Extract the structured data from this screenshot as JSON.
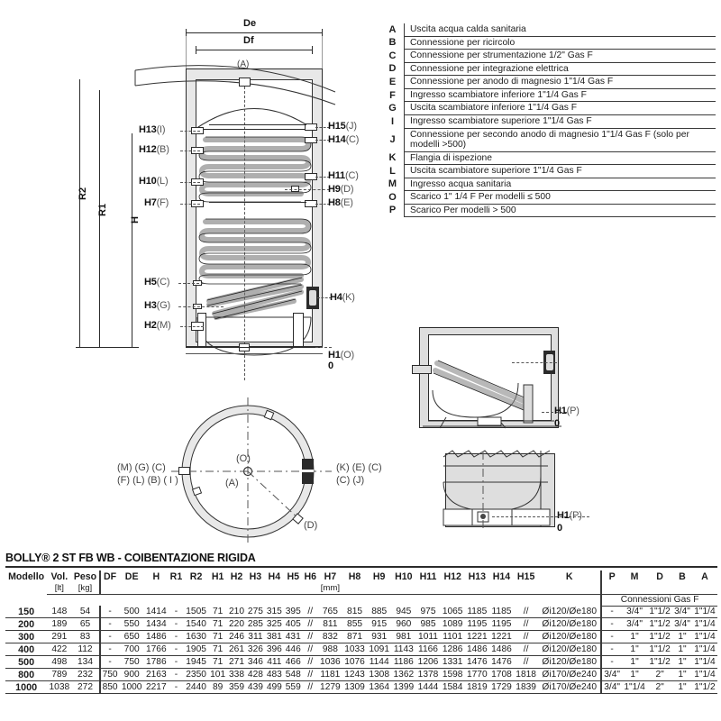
{
  "drawing": {
    "dim_top": [
      "De",
      "Df"
    ],
    "dim_left": [
      "R2",
      "R1",
      "H"
    ],
    "center_mark": "(A)",
    "labels_left": [
      {
        "h": "H13",
        "ref": "(I)"
      },
      {
        "h": "H12",
        "ref": "(B)"
      },
      {
        "h": "H10",
        "ref": "(L)"
      },
      {
        "h": "H7",
        "ref": "(F)"
      },
      {
        "h": "H5",
        "ref": "(C)"
      },
      {
        "h": "H3",
        "ref": "(G)"
      },
      {
        "h": "H2",
        "ref": "(M)"
      }
    ],
    "labels_right": [
      {
        "h": "H15",
        "ref": "(J)"
      },
      {
        "h": "H14",
        "ref": "(C)"
      },
      {
        "h": "H11",
        "ref": "(C)"
      },
      {
        "h": "H9",
        "ref": "(D)"
      },
      {
        "h": "H8",
        "ref": "(E)"
      },
      {
        "h": "H4",
        "ref": "(K)"
      },
      {
        "h": "H1",
        "ref": "(O)"
      }
    ],
    "baseline_zero": "0"
  },
  "plan_view": {
    "center_label": "(O)",
    "center_sub": "(A)",
    "left_row1": "(M) (G) (C)",
    "left_row2": "(F) (L) (B) ( I )",
    "right_row1": "(K) (E) (C)",
    "right_row2": "(C) (J)",
    "bottom_right": "(D)"
  },
  "detail_views": [
    {
      "label_h": "H1",
      "label_ref": "(P)",
      "zero": "0"
    },
    {
      "label_h": "H1",
      "label_ref": "(P)",
      "zero": "0"
    }
  ],
  "legend": {
    "rows": [
      {
        "key": "A",
        "text": "Uscita acqua calda sanitaria"
      },
      {
        "key": "B",
        "text": "Connessione per ricircolo"
      },
      {
        "key": "C",
        "text": "Connessione per strumentazione 1/2\" Gas F"
      },
      {
        "key": "D",
        "text": "Connessione per integrazione elettrica"
      },
      {
        "key": "E",
        "text": "Connessione per anodo di magnesio 1\"1/4 Gas F"
      },
      {
        "key": "F",
        "text": "Ingresso scambiatore inferiore 1\"1/4 Gas F"
      },
      {
        "key": "G",
        "text": "Uscita scambiatore inferiore 1\"1/4 Gas F"
      },
      {
        "key": "I",
        "text": "Ingresso scambiatore superiore 1\"1/4 Gas F"
      },
      {
        "key": "J",
        "text": "Connessione per secondo anodo di magnesio 1\"1/4 Gas F (solo per modelli >500)"
      },
      {
        "key": "K",
        "text": "Flangia di ispezione"
      },
      {
        "key": "L",
        "text": "Uscita scambiatore superiore 1\"1/4 Gas F"
      },
      {
        "key": "M",
        "text": "Ingresso acqua sanitaria"
      },
      {
        "key": "O",
        "text": "Scarico 1\" 1/4 F  Per modelli ≤ 500"
      },
      {
        "key": "P",
        "text": "Scarico Per modelli > 500"
      }
    ]
  },
  "spec_table": {
    "title": "BOLLY® 2 ST FB WB - COIBENTAZIONE RIGIDA",
    "headers": [
      "Modello",
      "Vol.",
      "Peso",
      "DF",
      "DE",
      "H",
      "R1",
      "R2",
      "H1",
      "H2",
      "H3",
      "H4",
      "H5",
      "H6",
      "H7",
      "H8",
      "H9",
      "H10",
      "H11",
      "H12",
      "H13",
      "H14",
      "H15",
      "K",
      "P",
      "M",
      "D",
      "B",
      "A"
    ],
    "units": [
      "",
      "[lt]",
      "[kg]",
      "",
      "",
      "",
      "",
      "",
      "",
      "",
      "",
      "",
      "",
      "",
      "[mm]",
      "",
      "",
      "",
      "",
      "",
      "",
      "",
      "",
      "",
      "",
      "",
      "",
      "",
      ""
    ],
    "group_label": "Connessioni Gas F",
    "rows": [
      {
        "model": "150",
        "values": [
          "148",
          "54",
          "-",
          "500",
          "1414",
          "-",
          "1505",
          "71",
          "210",
          "275",
          "315",
          "395",
          "//",
          "765",
          "815",
          "885",
          "945",
          "975",
          "1065",
          "1185",
          "1185",
          "//",
          "Øi120/Øe180",
          "-",
          "3/4\"",
          "1\"1/2",
          "3/4\"",
          "1\"1/4"
        ]
      },
      {
        "model": "200",
        "values": [
          "189",
          "65",
          "-",
          "550",
          "1434",
          "-",
          "1540",
          "71",
          "220",
          "285",
          "325",
          "405",
          "//",
          "811",
          "855",
          "915",
          "960",
          "985",
          "1089",
          "1195",
          "1195",
          "//",
          "Øi120/Øe180",
          "-",
          "3/4\"",
          "1\"1/2",
          "3/4\"",
          "1\"1/4"
        ]
      },
      {
        "model": "300",
        "values": [
          "291",
          "83",
          "-",
          "650",
          "1486",
          "-",
          "1630",
          "71",
          "246",
          "311",
          "381",
          "431",
          "//",
          "832",
          "871",
          "931",
          "981",
          "1011",
          "1101",
          "1221",
          "1221",
          "//",
          "Øi120/Øe180",
          "-",
          "1\"",
          "1\"1/2",
          "1\"",
          "1\"1/4"
        ]
      },
      {
        "model": "400",
        "values": [
          "422",
          "112",
          "-",
          "700",
          "1766",
          "-",
          "1905",
          "71",
          "261",
          "326",
          "396",
          "446",
          "//",
          "988",
          "1033",
          "1091",
          "1143",
          "1166",
          "1286",
          "1486",
          "1486",
          "//",
          "Øi120/Øe180",
          "-",
          "1\"",
          "1\"1/2",
          "1\"",
          "1\"1/4"
        ]
      },
      {
        "model": "500",
        "values": [
          "498",
          "134",
          "-",
          "750",
          "1786",
          "-",
          "1945",
          "71",
          "271",
          "346",
          "411",
          "466",
          "//",
          "1036",
          "1076",
          "1144",
          "1186",
          "1206",
          "1331",
          "1476",
          "1476",
          "//",
          "Øi120/Øe180",
          "-",
          "1\"",
          "1\"1/2",
          "1\"",
          "1\"1/4"
        ]
      },
      {
        "model": "800",
        "values": [
          "789",
          "232",
          "750",
          "900",
          "2163",
          "-",
          "2350",
          "101",
          "338",
          "428",
          "483",
          "548",
          "//",
          "1181",
          "1243",
          "1308",
          "1362",
          "1378",
          "1598",
          "1770",
          "1708",
          "1818",
          "Øi170/Øe240",
          "3/4\"",
          "1\"",
          "2\"",
          "1\"",
          "1\"1/4"
        ]
      },
      {
        "model": "1000",
        "values": [
          "1038",
          "272",
          "850",
          "1000",
          "2217",
          "-",
          "2440",
          "89",
          "359",
          "439",
          "499",
          "559",
          "//",
          "1279",
          "1309",
          "1364",
          "1399",
          "1444",
          "1584",
          "1819",
          "1729",
          "1839",
          "Øi170/Øe240",
          "3/4\"",
          "1\"1/4",
          "2\"",
          "1\"",
          "1\"1/2"
        ]
      }
    ]
  }
}
